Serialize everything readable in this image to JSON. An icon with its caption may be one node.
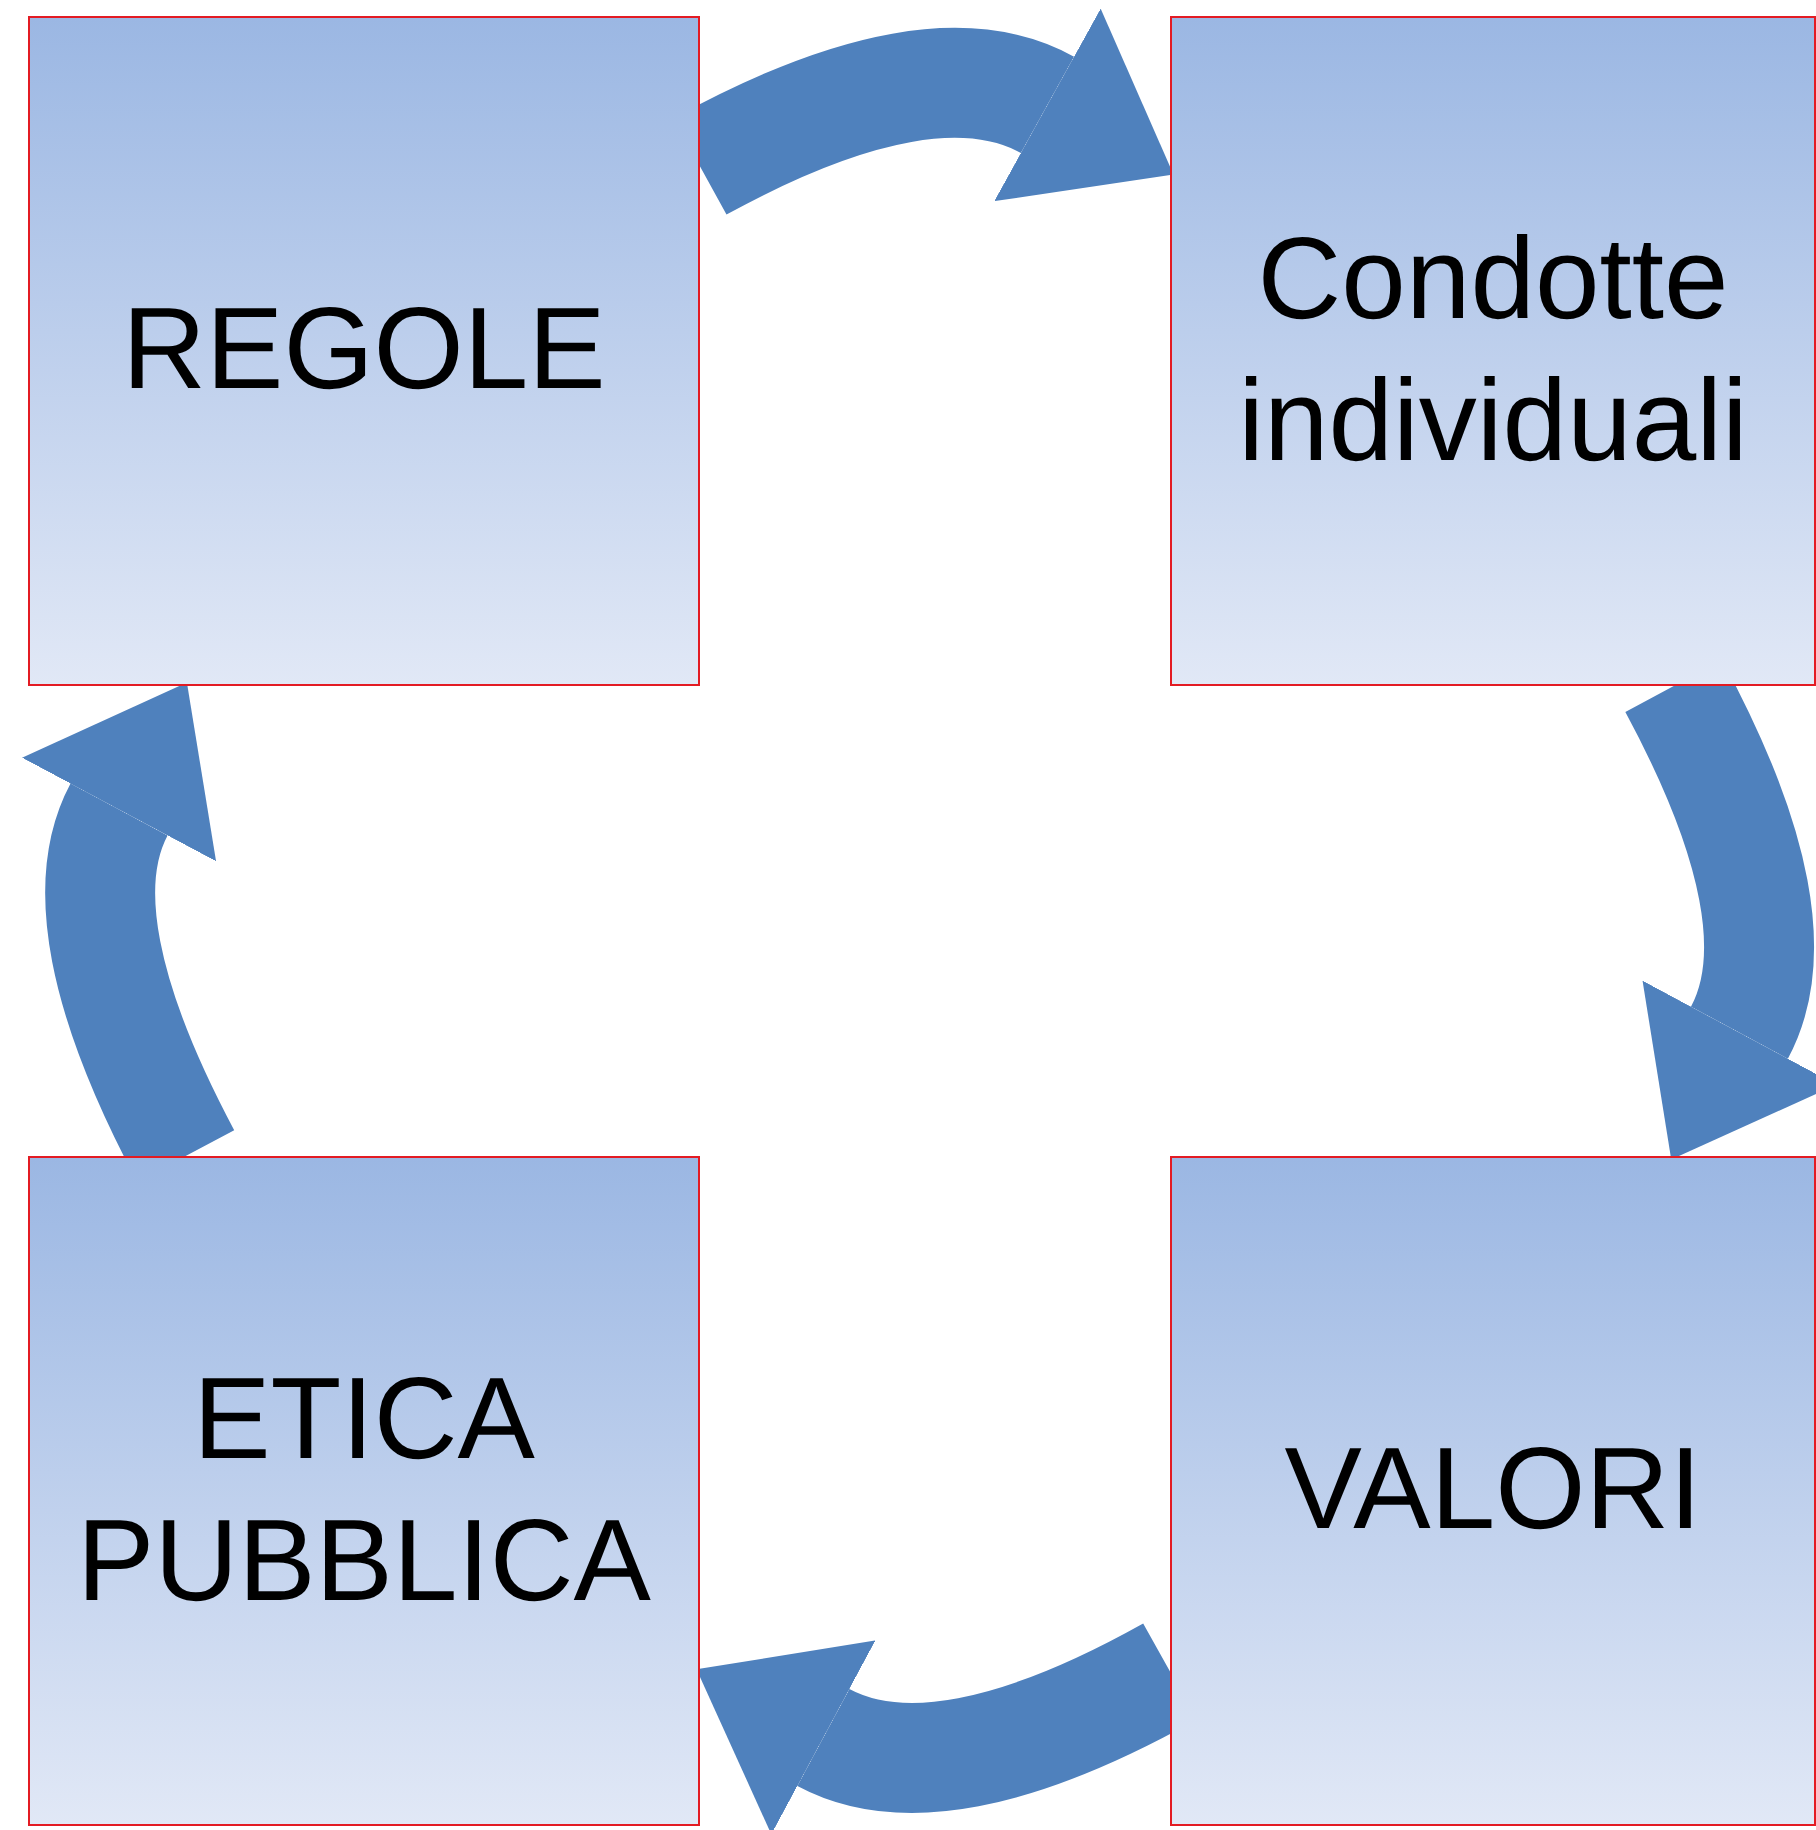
{
  "diagram": {
    "nodes": [
      {
        "text": [
          "REGOLE"
        ]
      },
      {
        "text": [
          "Condotte individuali"
        ]
      },
      {
        "text": [
          "VALORI"
        ]
      },
      {
        "text": [
          "ETICA PUBBLICA"
        ]
      }
    ],
    "edges": [
      {
        "from": 0,
        "to": 1,
        "arrow": "to"
      },
      {
        "from": 1,
        "to": 2,
        "arrow": "to"
      },
      {
        "from": 2,
        "to": 3,
        "arrow": "to"
      },
      {
        "from": 3,
        "to": 0,
        "arrow": "to"
      }
    ]
  }
}
